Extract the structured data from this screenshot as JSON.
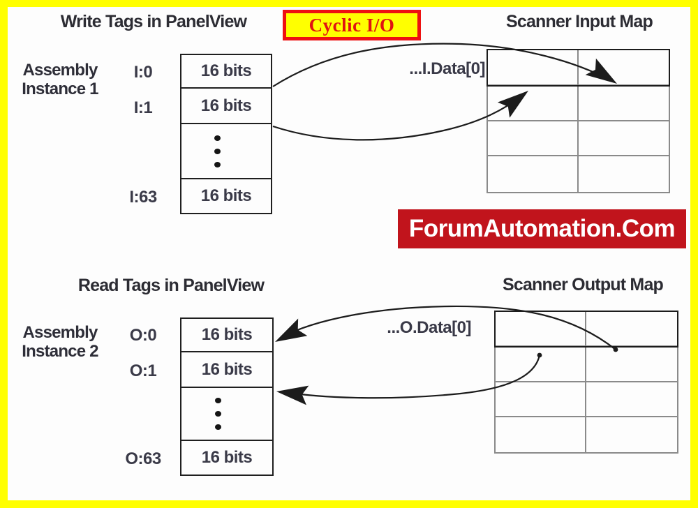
{
  "frame": {
    "border_color": "#ffff00",
    "background": "#fdfdfd"
  },
  "badge": {
    "label": "Cyclic I/O",
    "background": "#ffff00",
    "border_color": "#ee1111",
    "text_color": "#e01212"
  },
  "watermark": {
    "label": "ForumAutomation.Com",
    "background": "#c1141c",
    "text_color": "#ffffff"
  },
  "write_section": {
    "title": "Write Tags in PanelView",
    "assembly_line1": "Assembly",
    "assembly_line2": "Instance 1",
    "map_title": "Scanner Input Map",
    "data_label": "...I.Data[0]",
    "rows": [
      {
        "tag": "I:0",
        "value": "16 bits"
      },
      {
        "tag": "I:1",
        "value": "16 bits"
      },
      {
        "tag": "I:63",
        "value": "16 bits"
      }
    ]
  },
  "read_section": {
    "title": "Read Tags in PanelView",
    "assembly_line1": "Assembly",
    "assembly_line2": "Instance 2",
    "map_title": "Scanner Output Map",
    "data_label": "...O.Data[0]",
    "rows": [
      {
        "tag": "O:0",
        "value": "16 bits"
      },
      {
        "tag": "O:1",
        "value": "16 bits"
      },
      {
        "tag": "O:63",
        "value": "16 bits"
      }
    ]
  },
  "diagram": {
    "line_color": "#1c1c1c",
    "map_grid_color": "#8a8a8a",
    "input_map_rows": 4,
    "input_map_cols": 2,
    "output_map_rows": 4,
    "output_map_cols": 2
  }
}
